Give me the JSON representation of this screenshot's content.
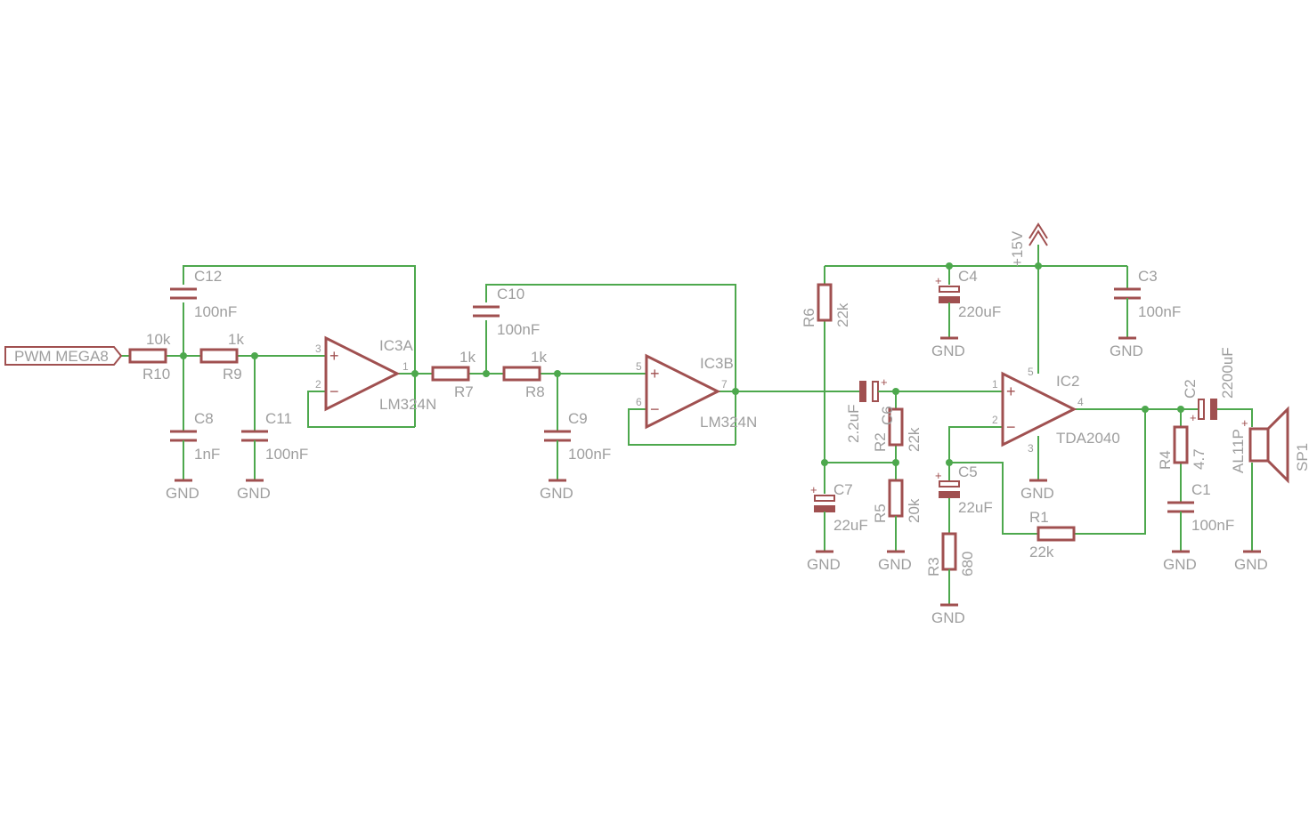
{
  "colors": {
    "wire": "#4da84d",
    "component": "#a05050",
    "text": "#9e9e9e",
    "background": "#ffffff"
  },
  "input_port": "PWM MEGA8",
  "supply": "+15V",
  "ground": "GND",
  "resistors": {
    "R10": {
      "name": "R10",
      "value": "10k"
    },
    "R9": {
      "name": "R9",
      "value": "1k"
    },
    "R7": {
      "name": "R7",
      "value": "1k"
    },
    "R8": {
      "name": "R8",
      "value": "1k"
    },
    "R6": {
      "name": "R6",
      "value": "22k"
    },
    "R2": {
      "name": "R2",
      "value": "22k"
    },
    "R5": {
      "name": "R5",
      "value": "20k"
    },
    "R3": {
      "name": "R3",
      "value": "680"
    },
    "R1": {
      "name": "R1",
      "value": "22k"
    },
    "R4": {
      "name": "R4",
      "value": "4.7"
    }
  },
  "capacitors": {
    "C12": {
      "name": "C12",
      "value": "100nF"
    },
    "C8": {
      "name": "C8",
      "value": "1nF"
    },
    "C11": {
      "name": "C11",
      "value": "100nF"
    },
    "C10": {
      "name": "C10",
      "value": "100nF"
    },
    "C9": {
      "name": "C9",
      "value": "100nF"
    },
    "C4": {
      "name": "C4",
      "value": "220uF"
    },
    "C3": {
      "name": "C3",
      "value": "100nF"
    },
    "C6": {
      "name": "C6",
      "value": "2.2uF"
    },
    "C7": {
      "name": "C7",
      "value": "22uF"
    },
    "C5": {
      "name": "C5",
      "value": "22uF"
    },
    "C2": {
      "name": "C2",
      "value": "2200uF"
    },
    "C1": {
      "name": "C1",
      "value": "100nF"
    }
  },
  "opamps": {
    "IC3A": {
      "name": "IC3A",
      "type": "LM324N",
      "pins": [
        "3",
        "2",
        "1"
      ]
    },
    "IC3B": {
      "name": "IC3B",
      "type": "LM324N",
      "pins": [
        "5",
        "6",
        "7"
      ]
    },
    "IC2": {
      "name": "IC2",
      "type": "TDA2040",
      "pins": [
        "1",
        "2",
        "4",
        "5",
        "3"
      ]
    }
  },
  "speaker": {
    "name": "SP1",
    "type": "AL11P"
  },
  "signs": {
    "plus": "+",
    "minus": "−"
  }
}
